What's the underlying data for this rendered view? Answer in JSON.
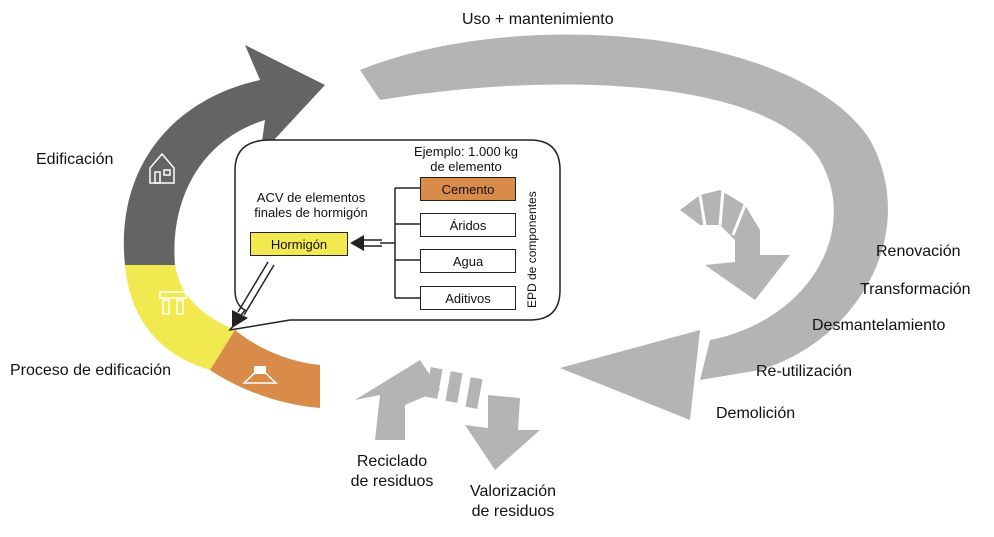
{
  "stages": {
    "use_maintenance": "Uso + mantenimiento",
    "building": "Edificación",
    "building_process": "Proceso de edificación",
    "renovation": "Renovación",
    "transformation": "Transformación",
    "dismantling": "Desmantelamiento",
    "reuse": "Re-utilización",
    "demolition": "Demolición",
    "waste_recycling_line1": "Reciclado",
    "waste_recycling_line2": "de residuos",
    "waste_recovery_line1": "Valorización",
    "waste_recovery_line2": "de residuos"
  },
  "inset": {
    "example_line1": "Ejemplo: 1.000 kg",
    "example_line2": "de elemento",
    "acv_line1": "ACV de elementos",
    "acv_line2": "finales de hormigón",
    "final_product": "Hormigón",
    "components": [
      "Cemento",
      "Áridos",
      "Agua",
      "Aditivos"
    ],
    "components_caption": "EPD de componentes"
  },
  "colors": {
    "gray_arrow": "#b4b4b4",
    "dark_arrow": "#646464",
    "yellow": "#f2e84f",
    "orange": "#d98c4a"
  },
  "icons": [
    "house-icon",
    "columns-icon",
    "foundation-icon"
  ]
}
